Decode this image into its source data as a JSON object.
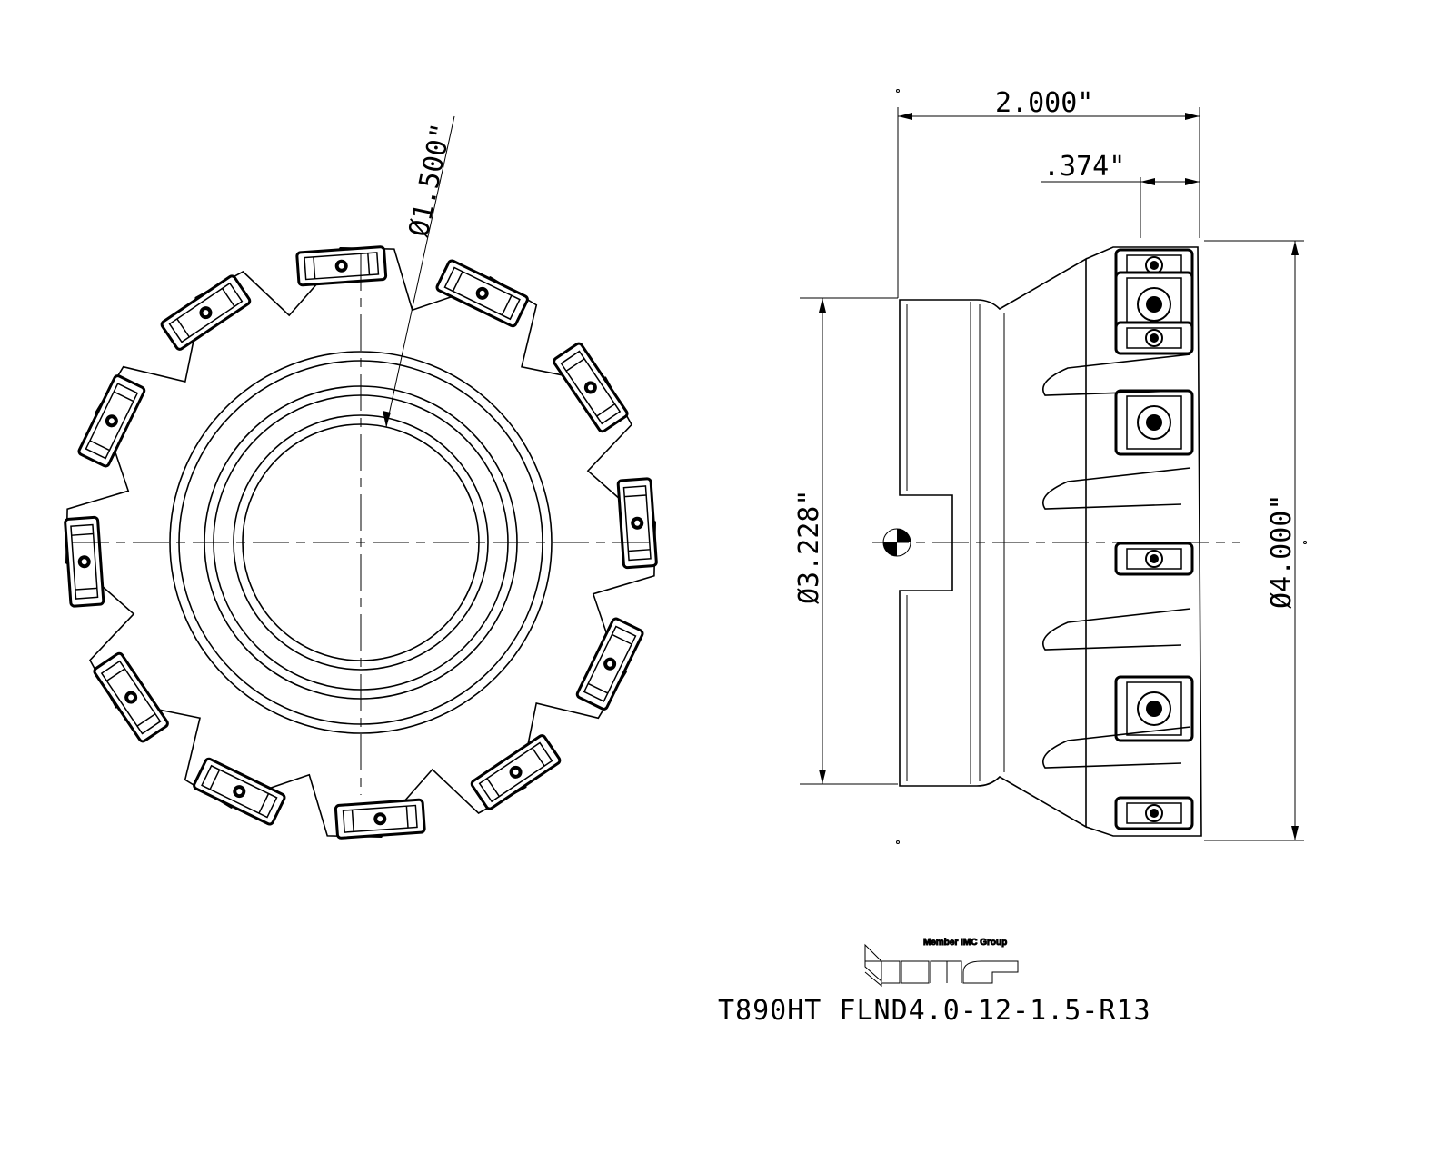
{
  "drawing": {
    "dimensions": {
      "bore_diameter": "Ø1.500\"",
      "overall_length": "2.000\"",
      "flange_height": ".374\"",
      "shank_diameter": "Ø3.228\"",
      "cutting_diameter": "Ø4.000\""
    },
    "insert_count": 12,
    "logo": {
      "tagline": "Member IMC Group",
      "brand": "iscar"
    },
    "title": "T890HT FLND4.0-12-1.5-R13"
  }
}
